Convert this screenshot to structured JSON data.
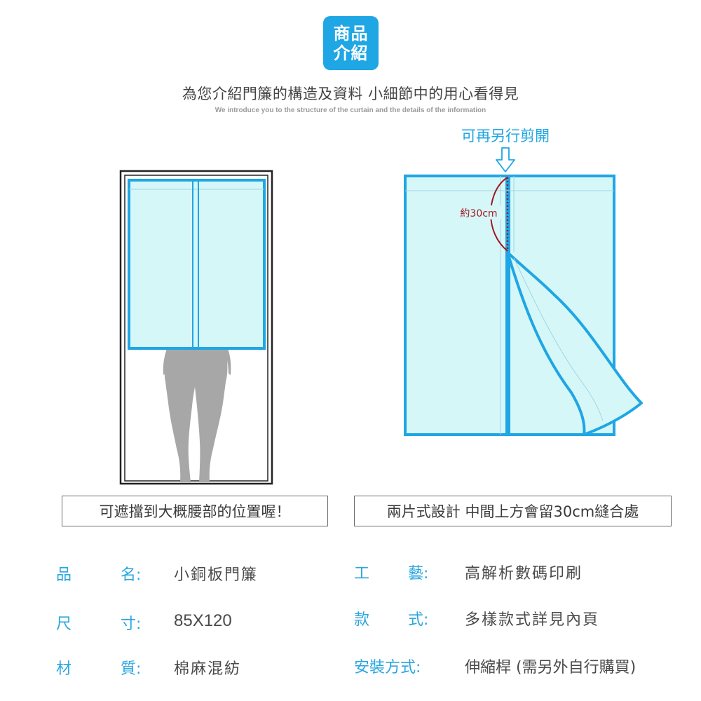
{
  "badge": {
    "line1": "商品",
    "line2": "介紹"
  },
  "heading": "為您介紹門簾的構造及資料 小細節中的用心看得見",
  "subheading": "We introduce you to the structure of the curtain and the details of the information",
  "right_figure": {
    "cut_label": "可再另行剪開",
    "measure_label": "約30cm"
  },
  "captions": {
    "left": "可遮擋到大概腰部的位置喔！",
    "right": "兩片式設計 中間上方會留30cm縫合處"
  },
  "specs": {
    "name": {
      "label_a": "品",
      "label_b": "名:",
      "value": "小銅板門簾"
    },
    "size": {
      "label_a": "尺",
      "label_b": "寸:",
      "value": "85X120"
    },
    "material": {
      "label_a": "材",
      "label_b": "質:",
      "value": "棉麻混紡"
    },
    "craft": {
      "label_a": "工",
      "label_b": "藝:",
      "value": "高解析數碼印刷"
    },
    "style": {
      "label_a": "款",
      "label_b": "式:",
      "value": "多樣款式詳見內頁"
    },
    "install": {
      "label": "安裝方式:",
      "value": "伸縮桿 (需另外自行購買)"
    }
  },
  "colors": {
    "accent": "#1fa6e4",
    "curtain_fill": "#d6f7f8",
    "frame": "#222222",
    "seam_red": "#a01822",
    "silhouette": "#a7a7a7"
  }
}
